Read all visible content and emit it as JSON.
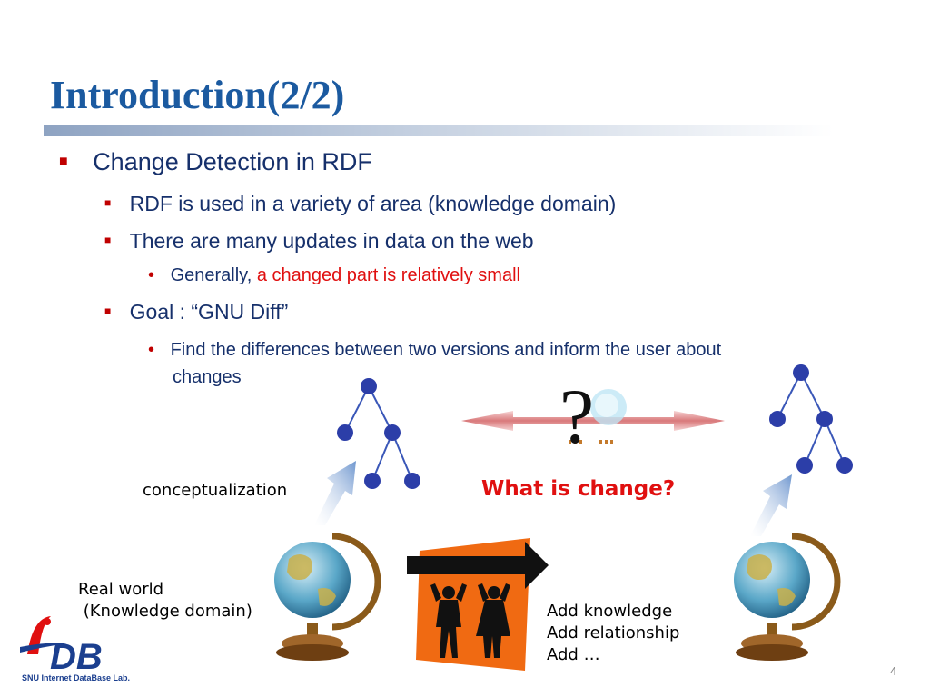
{
  "slide": {
    "title": "Introduction(2/2)",
    "page_number": "4"
  },
  "bullets": {
    "b1": "Change Detection in RDF",
    "b1_1": "RDF is used in a variety of area (knowledge domain)",
    "b1_2": "There are many updates in data on the web",
    "b1_2_1_prefix": "Generally,",
    "b1_2_1_highlight": "a changed part is relatively small",
    "b1_3": "Goal : “GNU Diff”",
    "b1_3_1_line1": "Find the differences between two versions and inform the user about",
    "b1_3_1_line2": "changes"
  },
  "diagram": {
    "conceptualization": "conceptualization",
    "real_world": "Real world\n (Knowledge domain)",
    "what_is_change": "What is change?",
    "actions": "Add knowledge\nAdd relationship\nAdd …",
    "question_mark": "?"
  },
  "logo": {
    "text": "SNU Internet DataBase Lab."
  },
  "colors": {
    "title": "#1b5aa0",
    "body_text": "#16306b",
    "highlight": "#e01010",
    "node": "#2c3ea8"
  }
}
